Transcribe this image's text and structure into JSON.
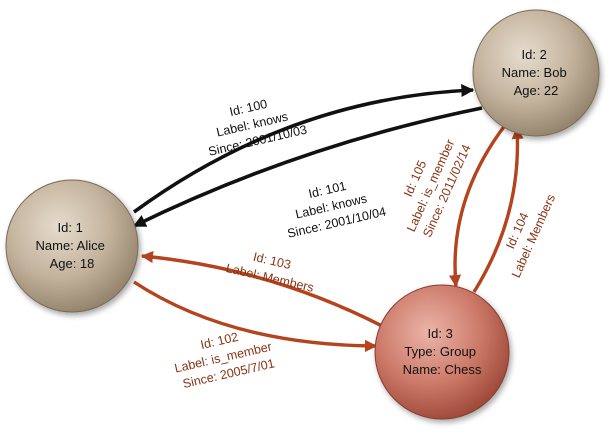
{
  "colors": {
    "knows_edge": "#111111",
    "knows_text": "#111111",
    "member_edge": "#b4431e",
    "member_text": "#8a3312",
    "person_fill": "#c0b09a",
    "group_fill": "#c9705f"
  },
  "nodes": {
    "alice": {
      "lines": [
        "Id: 1",
        "Name: Alice",
        "Age: 18"
      ]
    },
    "bob": {
      "lines": [
        "Id: 2",
        "Name: Bob",
        "Age: 22"
      ]
    },
    "chess": {
      "lines": [
        "Id: 3",
        "Type: Group",
        "Name: Chess"
      ]
    }
  },
  "edges": {
    "e100": {
      "lines": [
        "Id: 100",
        "Label: knows",
        "Since: 2001/10/03"
      ]
    },
    "e101": {
      "lines": [
        "Id: 101",
        "Label: knows",
        "Since: 2001/10/04"
      ]
    },
    "e102": {
      "lines": [
        "Id: 102",
        "Label: is_member",
        "Since: 2005/7/01"
      ]
    },
    "e103": {
      "lines": [
        "Id: 103",
        "Label: Members"
      ]
    },
    "e104": {
      "lines": [
        "Id: 104",
        "Label: Members"
      ]
    },
    "e105": {
      "lines": [
        "Id: 105",
        "Label: is_member",
        "Since: 2011/02/14"
      ]
    }
  }
}
